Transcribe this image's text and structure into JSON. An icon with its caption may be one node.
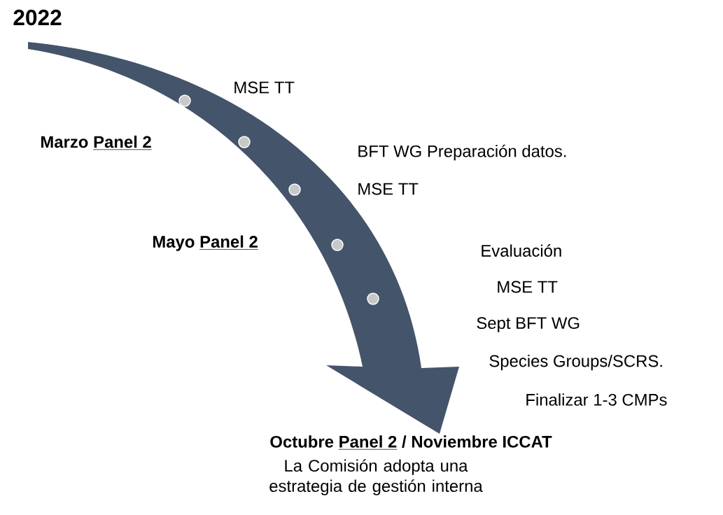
{
  "diagram": {
    "title": "2022",
    "labels": [
      "MSE TT",
      "Marzo",
      "Panel 2",
      "BFT WG Preparación datos.",
      "MSE TT",
      "Mayo",
      "Panel 2",
      "Evaluación",
      "MSE TT",
      "Sept BFT WG",
      "Species Groups/SCRS.",
      "Finalizar 1-3 CMPs",
      "Octubre",
      "Panel 2",
      "/ Noviembre ICCAT",
      "La Comisión adopta una estrategia de gestión interna"
    ]
  }
}
